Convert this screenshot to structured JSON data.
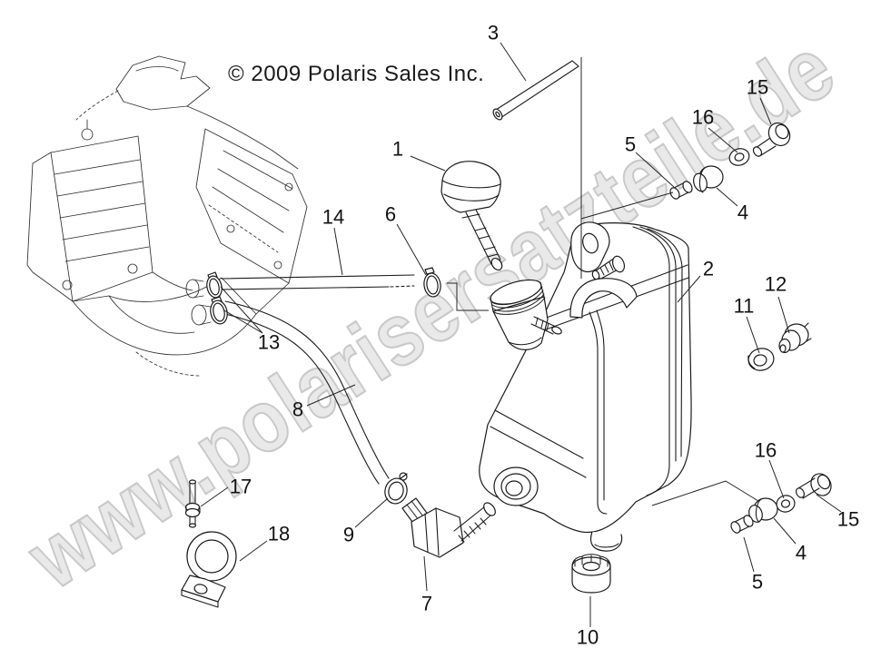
{
  "copyright": "© 2009 Polaris Sales Inc.",
  "watermark": {
    "text": "www.polarisersatzteile.de",
    "fill": "#e9e9e9",
    "outline": "#c9c9c9"
  },
  "diagram": {
    "background": "#ffffff",
    "line_color": "#1b1b1b",
    "callouts": [
      {
        "label": "1"
      },
      {
        "label": "2"
      },
      {
        "label": "3"
      },
      {
        "label": "4"
      },
      {
        "label": "4"
      },
      {
        "label": "5"
      },
      {
        "label": "5"
      },
      {
        "label": "6"
      },
      {
        "label": "7"
      },
      {
        "label": "8"
      },
      {
        "label": "9"
      },
      {
        "label": "10"
      },
      {
        "label": "11"
      },
      {
        "label": "12"
      },
      {
        "label": "13"
      },
      {
        "label": "14"
      },
      {
        "label": "15"
      },
      {
        "label": "15"
      },
      {
        "label": "16"
      },
      {
        "label": "16"
      },
      {
        "label": "17"
      },
      {
        "label": "18"
      }
    ]
  }
}
